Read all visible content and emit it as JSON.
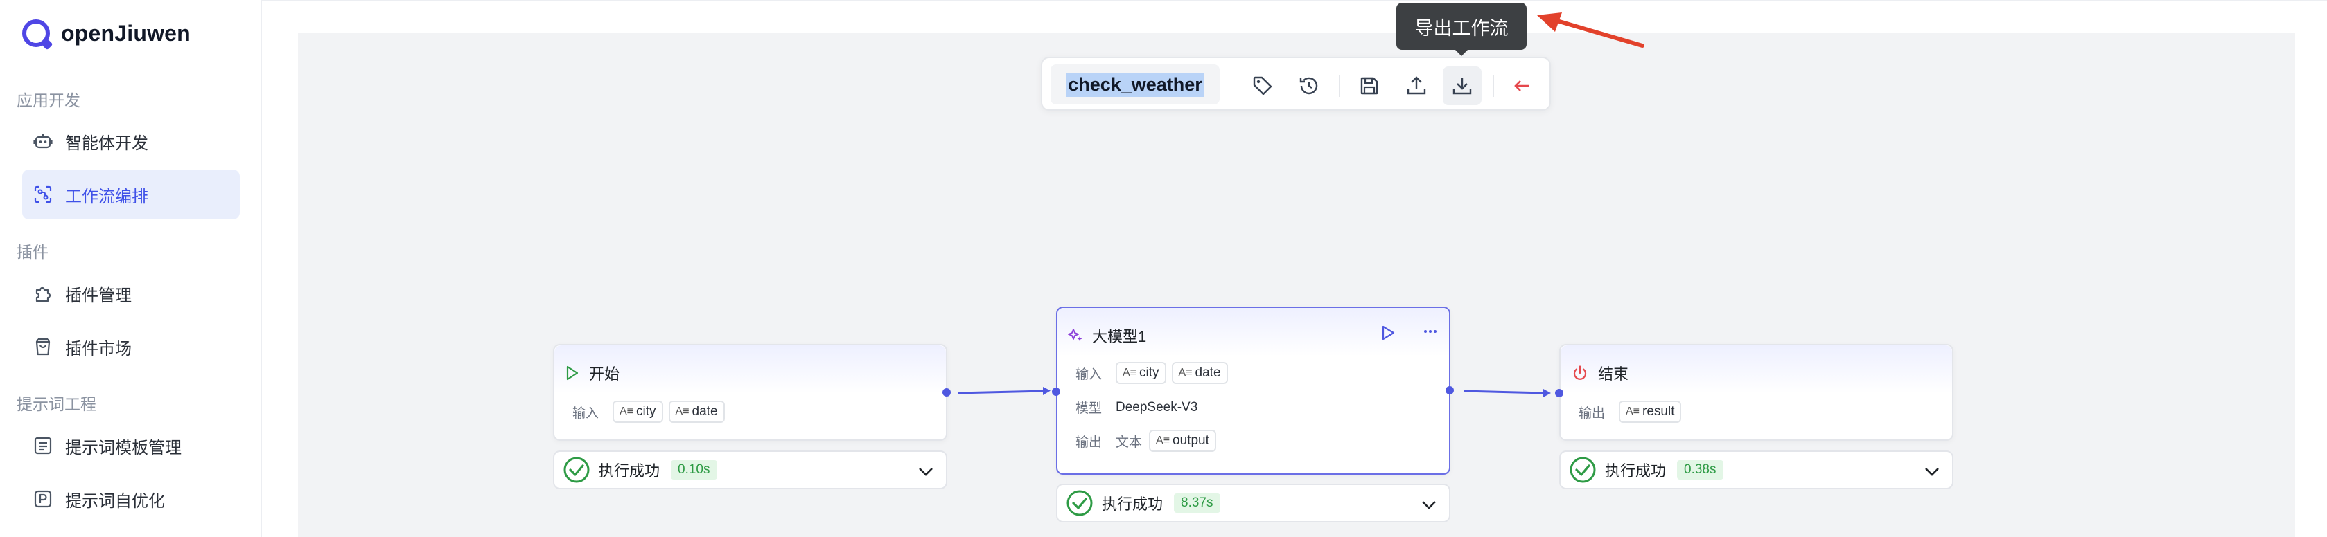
{
  "app": {
    "name": "openJiuwen"
  },
  "sidebar": {
    "sections": [
      {
        "title": "应用开发",
        "items": [
          {
            "label": "智能体开发",
            "icon": "robot-icon"
          },
          {
            "label": "工作流编排",
            "icon": "workflow-icon",
            "active": true
          }
        ]
      },
      {
        "title": "插件",
        "items": [
          {
            "label": "插件管理",
            "icon": "puzzle-icon"
          },
          {
            "label": "插件市场",
            "icon": "shopping-bag-icon"
          }
        ]
      },
      {
        "title": "提示词工程",
        "items": [
          {
            "label": "提示词模板管理",
            "icon": "template-icon"
          },
          {
            "label": "提示词自优化",
            "icon": "prompt-optimize-icon"
          }
        ]
      }
    ]
  },
  "toolbar": {
    "workflow_name": "check_weather",
    "buttons": [
      "tag-icon",
      "history-icon",
      "save-icon",
      "upload-icon",
      "download-icon",
      "back-arrow-icon"
    ],
    "tooltip": "导出工作流"
  },
  "nodes": {
    "start": {
      "title": "开始",
      "input_label": "输入",
      "inputs": [
        "city",
        "date"
      ],
      "status": "执行成功",
      "time": "0.10s"
    },
    "llm": {
      "title": "大模型1",
      "input_label": "输入",
      "inputs": [
        "city",
        "date"
      ],
      "model_label": "模型",
      "model": "DeepSeek-V3",
      "output_label": "输出",
      "output_type": "文本",
      "output": "output",
      "status": "执行成功",
      "time": "8.37s"
    },
    "end": {
      "title": "结束",
      "output_label": "输出",
      "outputs": [
        "result"
      ],
      "status": "执行成功",
      "time": "0.38s"
    }
  },
  "type_glyph": "A≡",
  "colors": {
    "accent": "#4f46e5",
    "active_bg": "#e9eefc",
    "success": "#2e9b45",
    "tooltip_bg": "#3d4043",
    "arrow": "#e2412b"
  }
}
